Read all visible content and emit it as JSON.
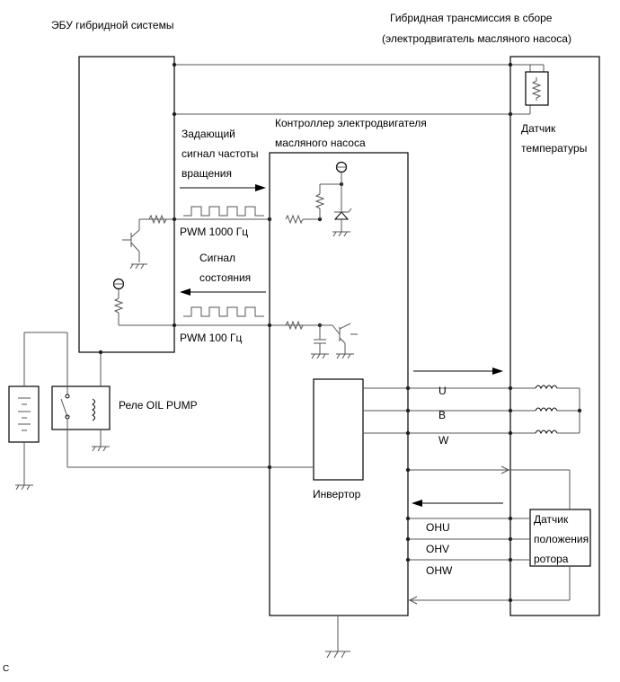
{
  "labels": {
    "ecu_title": "ЭБУ гибридной системы",
    "transmission_line1": "Гибридная трансмиссия в сборе",
    "transmission_line2": "(электродвигатель масляного насоса)",
    "controller_line1": "Контроллер электродвигателя",
    "controller_line2": "масляного насоса",
    "speed_signal_line1": "Задающий",
    "speed_signal_line2": "сигнал частоты",
    "speed_signal_line3": "вращения",
    "pwm_1000": "PWM 1000 Гц",
    "status_line1": "Сигнал",
    "status_line2": "состояния",
    "pwm_100": "PWM 100 Гц",
    "temp_sensor_line1": "Датчик",
    "temp_sensor_line2": "температуры",
    "relay": "Реле OIL PUMP",
    "inverter": "Инвертор",
    "phase_u": "U",
    "phase_v": "B",
    "phase_w": "W",
    "ohu": "OHU",
    "ohv": "OHV",
    "ohw": "OHW",
    "rotor_line1": "Датчик",
    "rotor_line2": "положения",
    "rotor_line3": "ротора",
    "corner_mark": "C"
  }
}
